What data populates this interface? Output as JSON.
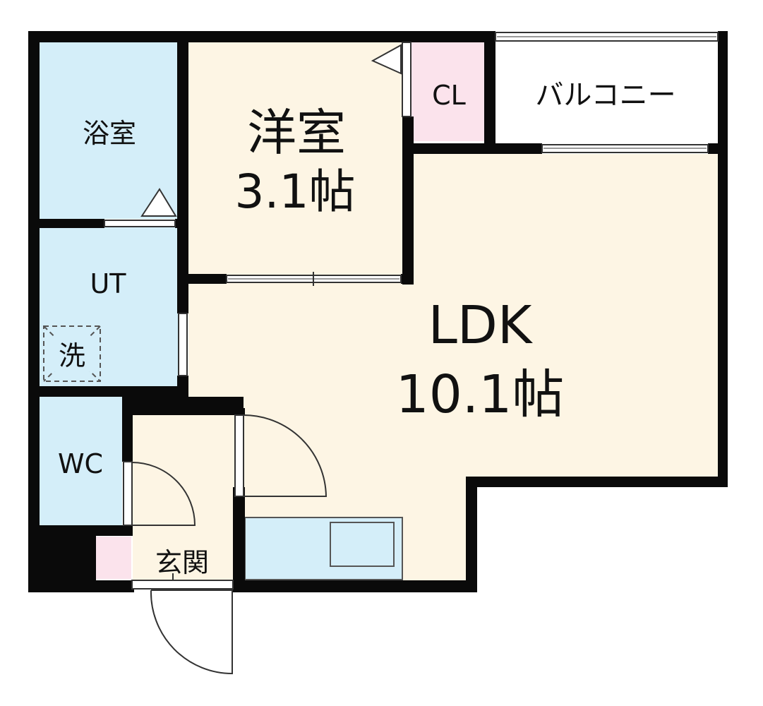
{
  "rooms": {
    "bath": {
      "label": "浴室"
    },
    "western": {
      "label": "洋室",
      "size": "3.1帖"
    },
    "closet": {
      "label": "CL"
    },
    "balcony": {
      "label": "バルコニー"
    },
    "ut": {
      "label": "UT"
    },
    "washer": {
      "label": "洗"
    },
    "ldk": {
      "label": "LDK",
      "size": "10.1帖"
    },
    "wc": {
      "label": "WC"
    },
    "entrance": {
      "label": "玄関"
    }
  },
  "colors": {
    "wall": "#0a0a0a",
    "wet_area": "#d4eef9",
    "living": "#fdf5e4",
    "closet": "#fbe3ec",
    "balcony": "#ffffff",
    "kitchen": "#d4eef9"
  }
}
